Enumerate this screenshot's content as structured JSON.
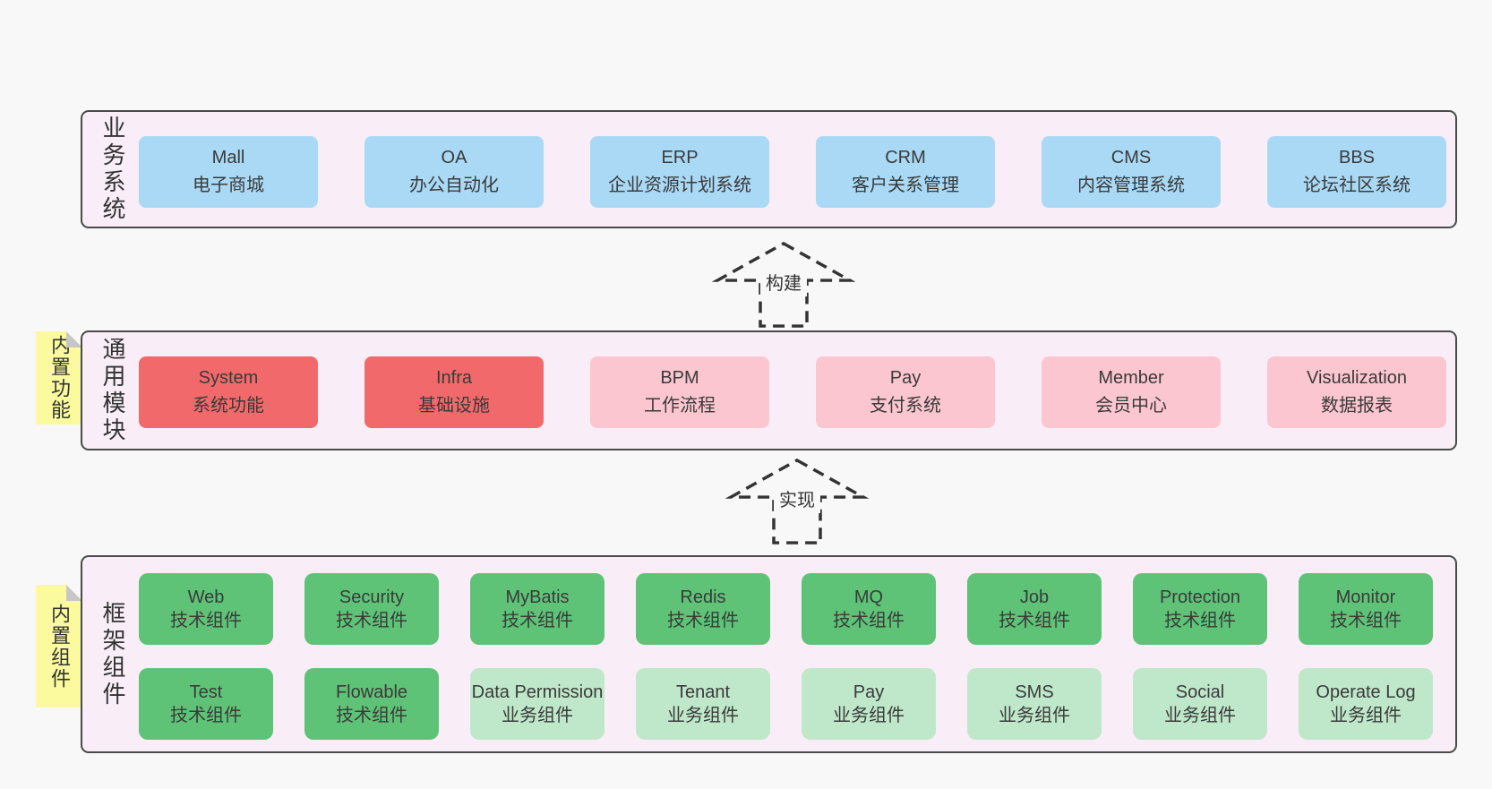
{
  "palette": {
    "page_bg": "#f8f8f8",
    "panel_bg": "#f9eef7",
    "panel_border": "#4a4a4a",
    "box_blue": "#a9d9f5",
    "box_red": "#f2696b",
    "box_pink": "#fbc6cf",
    "box_green": "#5fc377",
    "box_green_light": "#bfe8ca",
    "note_yellow": "#fbfa9e",
    "note_fold": "#c6c6c6",
    "text": "#3a3a3a",
    "arrow": "#333333"
  },
  "layers": {
    "business": {
      "side_label": "业务系统",
      "boxes": [
        {
          "name": "Mall",
          "desc": "电子商城"
        },
        {
          "name": "OA",
          "desc": "办公自动化"
        },
        {
          "name": "ERP",
          "desc": "企业资源计划系统"
        },
        {
          "name": "CRM",
          "desc": "客户关系管理"
        },
        {
          "name": "CMS",
          "desc": "内容管理系统"
        },
        {
          "name": "BBS",
          "desc": "论坛社区系统"
        }
      ]
    },
    "modules": {
      "side_label": "通用模块",
      "note": "内置功能",
      "boxes": [
        {
          "name": "System",
          "desc": "系统功能"
        },
        {
          "name": "Infra",
          "desc": "基础设施"
        },
        {
          "name": "BPM",
          "desc": "工作流程"
        },
        {
          "name": "Pay",
          "desc": "支付系统"
        },
        {
          "name": "Member",
          "desc": "会员中心"
        },
        {
          "name": "Visualization",
          "desc": "数据报表"
        }
      ]
    },
    "components": {
      "side_label": "框架组件",
      "note": "内置组件",
      "row1": [
        {
          "name": "Web",
          "desc": "技术组件"
        },
        {
          "name": "Security",
          "desc": "技术组件"
        },
        {
          "name": "MyBatis",
          "desc": "技术组件"
        },
        {
          "name": "Redis",
          "desc": "技术组件"
        },
        {
          "name": "MQ",
          "desc": "技术组件"
        },
        {
          "name": "Job",
          "desc": "技术组件"
        },
        {
          "name": "Protection",
          "desc": "技术组件"
        },
        {
          "name": "Monitor",
          "desc": "技术组件"
        }
      ],
      "row2": [
        {
          "name": "Test",
          "desc": "技术组件"
        },
        {
          "name": "Flowable",
          "desc": "技术组件"
        },
        {
          "name": "Data Permission",
          "desc": "业务组件"
        },
        {
          "name": "Tenant",
          "desc": "业务组件"
        },
        {
          "name": "Pay",
          "desc": "业务组件"
        },
        {
          "name": "SMS",
          "desc": "业务组件"
        },
        {
          "name": "Social",
          "desc": "业务组件"
        },
        {
          "name": "Operate Log",
          "desc": "业务组件"
        }
      ]
    }
  },
  "arrows": {
    "build": {
      "label": "构建"
    },
    "implement": {
      "label": "实现"
    }
  }
}
